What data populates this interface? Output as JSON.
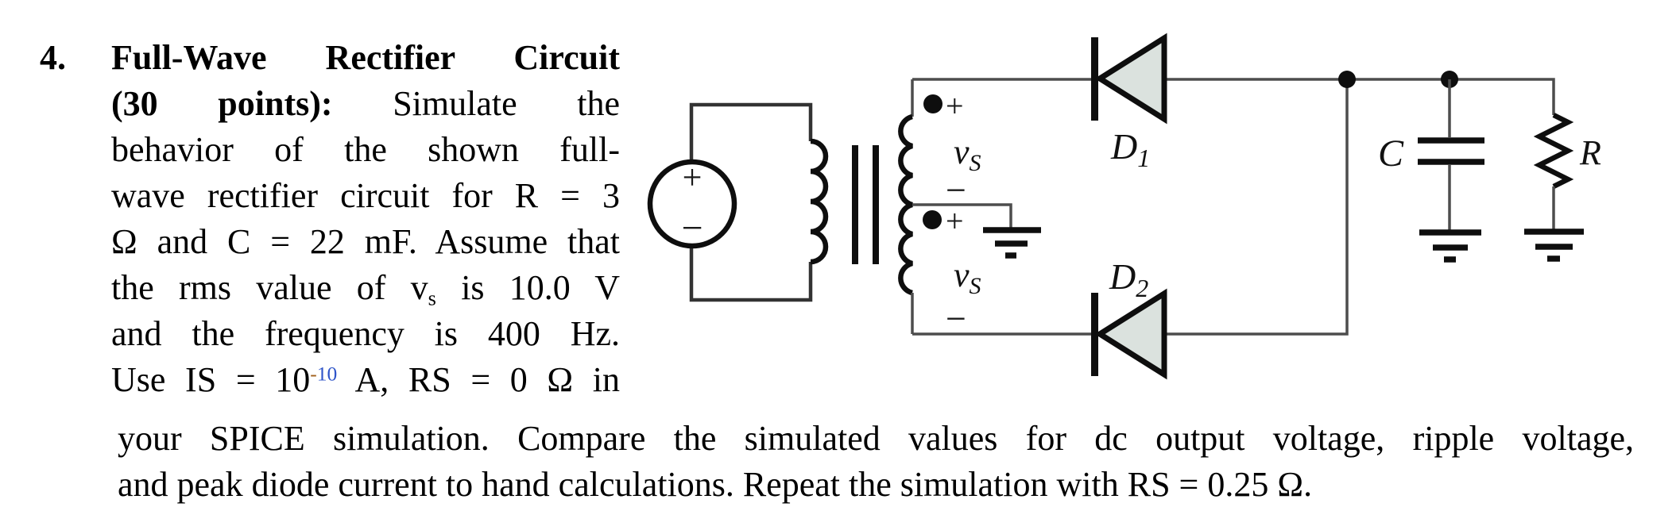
{
  "problem": {
    "number": "4.",
    "l1": "Full-Wave Rectifier Circuit",
    "l2_bold": "(30 points):",
    "l2_rest": "Simulate the",
    "l3": "behavior of the shown full-",
    "l4": "wave rectifier circuit for R = 3",
    "l5": "Ω and C = 22 mF. Assume that",
    "l6_a": "the rms value of v",
    "l6_sub": "s",
    "l6_b": "is 10.0 V",
    "l7": "and the frequency is 400 Hz.",
    "l8_a": "Use IS = 10",
    "l8_sup_minus": "-",
    "l8_sup_digits": "10",
    "l8_b": "A, RS = 0 Ω in",
    "l9": "your SPICE simulation. Compare the simulated values for dc output voltage, ripple voltage,",
    "l10": "and peak diode current to hand calculations. Repeat the simulation with RS = 0.25 Ω.",
    "sup_minus_color": "#a2601c",
    "sup_digits_color": "#2f55c9"
  },
  "circuit": {
    "diode1": {
      "name": "D",
      "sub": "1"
    },
    "diode2": {
      "name": "D",
      "sub": "2"
    },
    "vs_upper": {
      "name": "v",
      "sub": "S"
    },
    "vs_lower": {
      "name": "v",
      "sub": "S"
    },
    "capacitor_label": "C",
    "resistor_label": "R",
    "upper_plus": "+",
    "upper_minus": "−",
    "lower_plus": "+",
    "lower_minus": "−",
    "source_plus": "+",
    "source_minus": "−",
    "colors": {
      "wire": "#4d4d4d",
      "component_stroke": "#0e0e0e",
      "diode_fill": "#dbe2de"
    }
  }
}
